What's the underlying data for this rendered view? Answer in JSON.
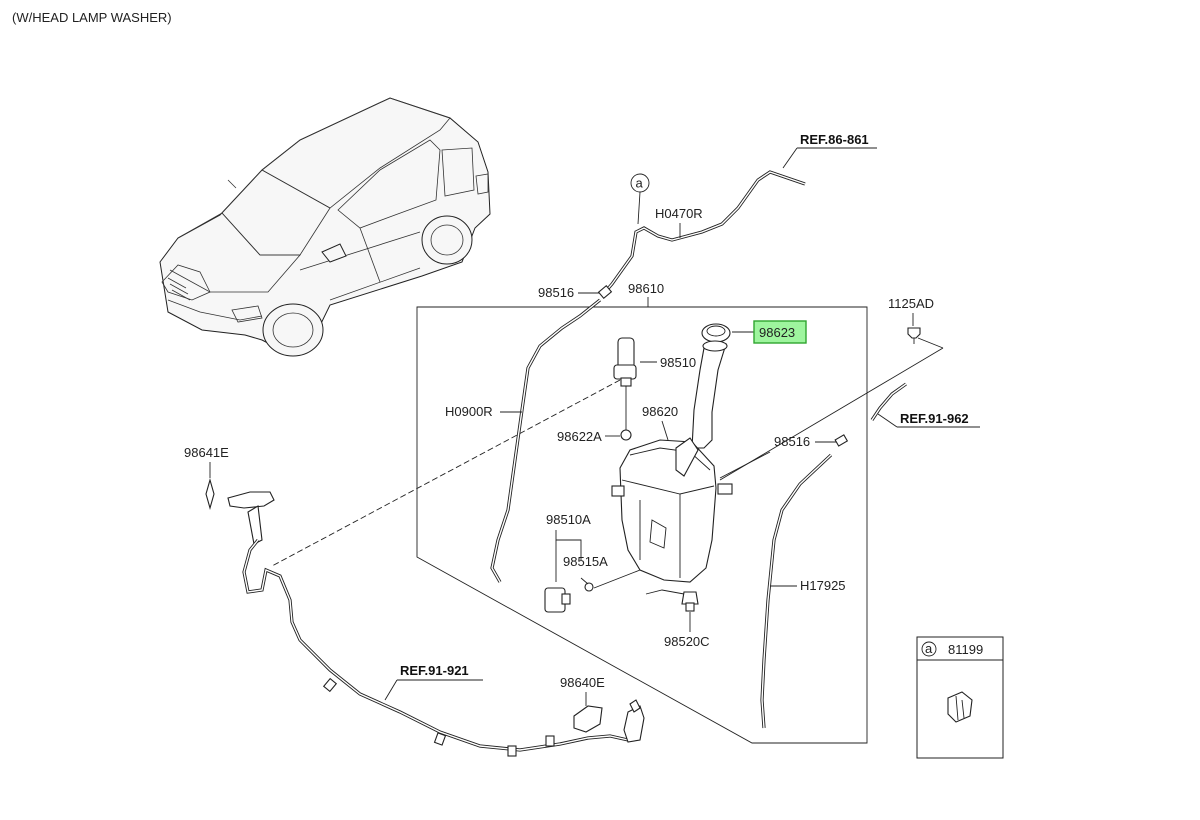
{
  "title": "(W/HEAD LAMP WASHER)",
  "labels": {
    "ref_86_861": "REF.86-861",
    "h0470r": "H0470R",
    "callout_a": "a",
    "p98516_top": "98516",
    "p98610": "98610",
    "p98623": "98623",
    "p1125ad": "1125AD",
    "p98510": "98510",
    "h0900r": "H0900R",
    "p98620": "98620",
    "ref_91_962": "REF.91-962",
    "p98622a": "98622A",
    "p98516_right": "98516",
    "p98641e": "98641E",
    "p98510a": "98510A",
    "p98515a": "98515A",
    "h17925": "H17925",
    "p98520c": "98520C",
    "ref_91_921": "REF.91-921",
    "p98640e": "98640E",
    "legend_letter": "a",
    "legend_part": "81199"
  },
  "highlight_color": "#9ef59e",
  "highlight_border": "#2fa52f"
}
